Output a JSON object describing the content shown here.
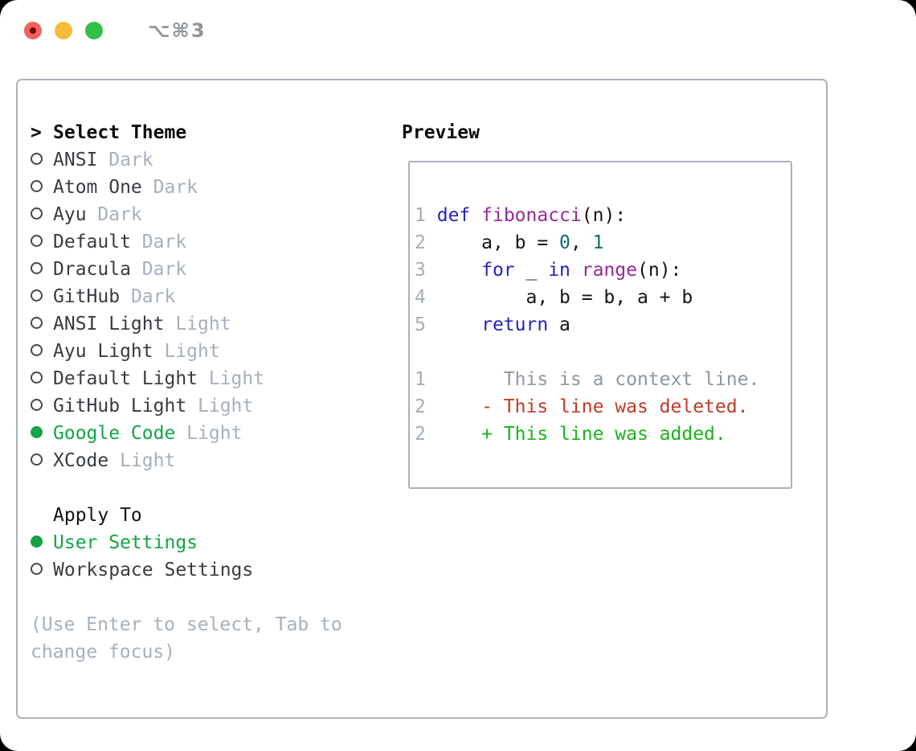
{
  "window": {
    "title": "⌥⌘3"
  },
  "colors": {
    "accent_green": "#12a543",
    "text_dark": "#373c41",
    "muted": "#a6b0ba",
    "panel_border": "#aab2bb",
    "preview_border": "#a9b2ba",
    "line_number": "#a3aebb",
    "keyword": "#2323c0",
    "type_name": "#952a95",
    "literal": "#0e6d6d",
    "plain": "#141414",
    "context": "#8f979f",
    "deleted": "#bf3a28",
    "added": "#1cb31c",
    "traffic_red": "#f3615a",
    "traffic_red_dot": "#750b02",
    "traffic_yellow": "#f7bc37",
    "traffic_green": "#32bf47",
    "title_gray": "#909599"
  },
  "left": {
    "prompt": ">",
    "header": "Select Theme",
    "themes": [
      {
        "name": "ANSI",
        "variant": "Dark",
        "selected": false
      },
      {
        "name": "Atom One",
        "variant": "Dark",
        "selected": false
      },
      {
        "name": "Ayu",
        "variant": "Dark",
        "selected": false
      },
      {
        "name": "Default",
        "variant": "Dark",
        "selected": false
      },
      {
        "name": "Dracula",
        "variant": "Dark",
        "selected": false
      },
      {
        "name": "GitHub",
        "variant": "Dark",
        "selected": false
      },
      {
        "name": "ANSI Light",
        "variant": "Light",
        "selected": false
      },
      {
        "name": "Ayu Light",
        "variant": "Light",
        "selected": false
      },
      {
        "name": "Default Light",
        "variant": "Light",
        "selected": false
      },
      {
        "name": "GitHub Light",
        "variant": "Light",
        "selected": false
      },
      {
        "name": "Google Code",
        "variant": "Light",
        "selected": true
      },
      {
        "name": "XCode",
        "variant": "Light",
        "selected": false
      }
    ],
    "apply_to": {
      "header": "Apply To",
      "options": [
        {
          "label": "User Settings",
          "selected": true
        },
        {
          "label": "Workspace Settings",
          "selected": false
        }
      ]
    },
    "hint_lines": [
      "(Use Enter to select, Tab to",
      "change focus)"
    ]
  },
  "preview": {
    "header": "Preview",
    "lines": [
      [],
      [
        {
          "c": "num",
          "t": "1"
        },
        {
          "c": "pln",
          "t": " "
        },
        {
          "c": "kwd",
          "t": "def"
        },
        {
          "c": "pln",
          "t": " "
        },
        {
          "c": "typ",
          "t": "fibonacci"
        },
        {
          "c": "pln",
          "t": "(n):"
        }
      ],
      [
        {
          "c": "num",
          "t": "2"
        },
        {
          "c": "pln",
          "t": "     a, b = "
        },
        {
          "c": "lit",
          "t": "0"
        },
        {
          "c": "pln",
          "t": ", "
        },
        {
          "c": "lit",
          "t": "1"
        }
      ],
      [
        {
          "c": "num",
          "t": "3"
        },
        {
          "c": "pln",
          "t": "     "
        },
        {
          "c": "kwd",
          "t": "for"
        },
        {
          "c": "pln",
          "t": " _ "
        },
        {
          "c": "kwd",
          "t": "in"
        },
        {
          "c": "pln",
          "t": " "
        },
        {
          "c": "typ",
          "t": "range"
        },
        {
          "c": "pln",
          "t": "(n):"
        }
      ],
      [
        {
          "c": "num",
          "t": "4"
        },
        {
          "c": "pln",
          "t": "         a, b = b, a + b"
        }
      ],
      [
        {
          "c": "num",
          "t": "5"
        },
        {
          "c": "pln",
          "t": "     "
        },
        {
          "c": "kwd",
          "t": "return"
        },
        {
          "c": "pln",
          "t": " a"
        }
      ],
      [],
      [
        {
          "c": "num",
          "t": "1"
        },
        {
          "c": "ctx",
          "t": "       This is a context line."
        }
      ],
      [
        {
          "c": "num",
          "t": "2"
        },
        {
          "c": "del",
          "t": "     - This line was deleted."
        }
      ],
      [
        {
          "c": "num",
          "t": "2"
        },
        {
          "c": "add",
          "t": "     + This line was added."
        }
      ],
      []
    ]
  }
}
